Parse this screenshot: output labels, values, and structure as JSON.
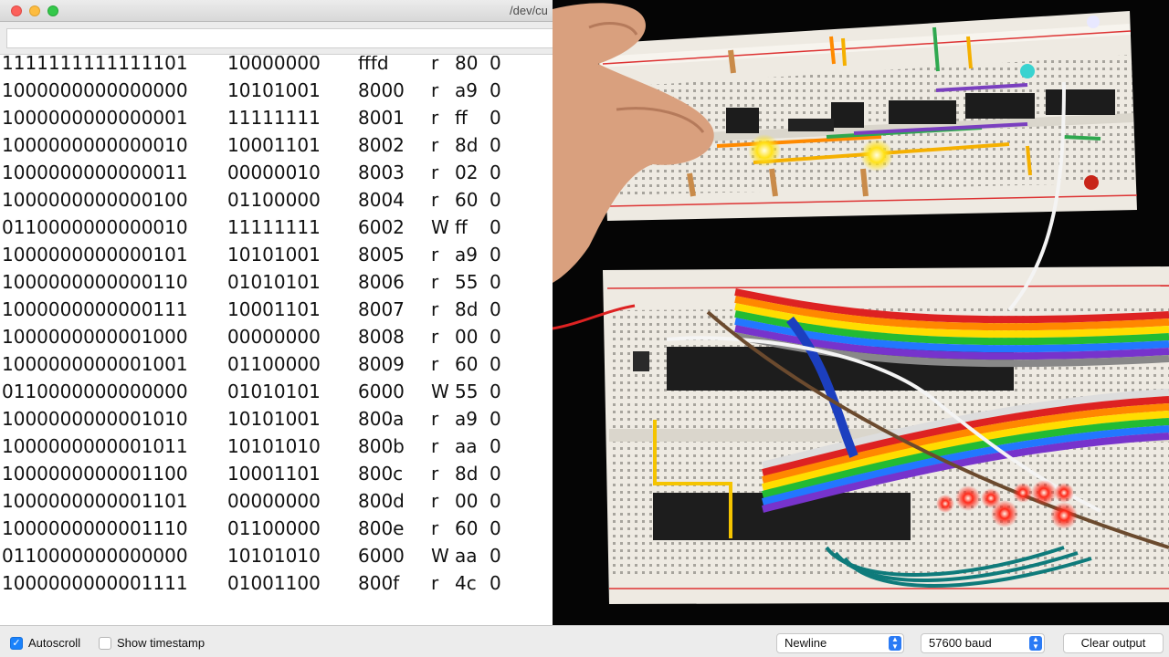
{
  "window": {
    "title": "/dev/cu"
  },
  "send_input": {
    "value": ""
  },
  "serial_lines": [
    {
      "addr": "1111111111111101",
      "data": "10000000",
      "hex": "fffd",
      "rw": "r",
      "val": "80",
      "z": "0"
    },
    {
      "addr": "1000000000000000",
      "data": "10101001",
      "hex": "8000",
      "rw": "r",
      "val": "a9",
      "z": "0"
    },
    {
      "addr": "1000000000000001",
      "data": "11111111",
      "hex": "8001",
      "rw": "r",
      "val": "ff",
      "z": "0"
    },
    {
      "addr": "1000000000000010",
      "data": "10001101",
      "hex": "8002",
      "rw": "r",
      "val": "8d",
      "z": "0"
    },
    {
      "addr": "1000000000000011",
      "data": "00000010",
      "hex": "8003",
      "rw": "r",
      "val": "02",
      "z": "0"
    },
    {
      "addr": "1000000000000100",
      "data": "01100000",
      "hex": "8004",
      "rw": "r",
      "val": "60",
      "z": "0"
    },
    {
      "addr": "0110000000000010",
      "data": "11111111",
      "hex": "6002",
      "rw": "W",
      "val": "ff",
      "z": "0"
    },
    {
      "addr": "1000000000000101",
      "data": "10101001",
      "hex": "8005",
      "rw": "r",
      "val": "a9",
      "z": "0"
    },
    {
      "addr": "1000000000000110",
      "data": "01010101",
      "hex": "8006",
      "rw": "r",
      "val": "55",
      "z": "0"
    },
    {
      "addr": "1000000000000111",
      "data": "10001101",
      "hex": "8007",
      "rw": "r",
      "val": "8d",
      "z": "0"
    },
    {
      "addr": "1000000000001000",
      "data": "00000000",
      "hex": "8008",
      "rw": "r",
      "val": "00",
      "z": "0"
    },
    {
      "addr": "1000000000001001",
      "data": "01100000",
      "hex": "8009",
      "rw": "r",
      "val": "60",
      "z": "0"
    },
    {
      "addr": "0110000000000000",
      "data": "01010101",
      "hex": "6000",
      "rw": "W",
      "val": "55",
      "z": "0"
    },
    {
      "addr": "1000000000001010",
      "data": "10101001",
      "hex": "800a",
      "rw": "r",
      "val": "a9",
      "z": "0"
    },
    {
      "addr": "1000000000001011",
      "data": "10101010",
      "hex": "800b",
      "rw": "r",
      "val": "aa",
      "z": "0"
    },
    {
      "addr": "1000000000001100",
      "data": "10001101",
      "hex": "800c",
      "rw": "r",
      "val": "8d",
      "z": "0"
    },
    {
      "addr": "1000000000001101",
      "data": "00000000",
      "hex": "800d",
      "rw": "r",
      "val": "00",
      "z": "0"
    },
    {
      "addr": "1000000000001110",
      "data": "01100000",
      "hex": "800e",
      "rw": "r",
      "val": "60",
      "z": "0"
    },
    {
      "addr": "0110000000000000",
      "data": "10101010",
      "hex": "6000",
      "rw": "W",
      "val": "aa",
      "z": "0"
    },
    {
      "addr": "1000000000001111",
      "data": "01001100",
      "hex": "800f",
      "rw": "r",
      "val": "4c",
      "z": "0"
    }
  ],
  "bottom_bar": {
    "autoscroll": {
      "label": "Autoscroll",
      "checked": true
    },
    "timestamp": {
      "label": "Show timestamp",
      "checked": false
    },
    "line_ending": "Newline",
    "baud_rate": "57600 baud",
    "clear_label": "Clear output"
  },
  "colors": {
    "accent": "#1a82fb",
    "led_red": "#ff2a1a",
    "led_yellow": "#ffe21a",
    "breadboard": "#eeeae2"
  }
}
